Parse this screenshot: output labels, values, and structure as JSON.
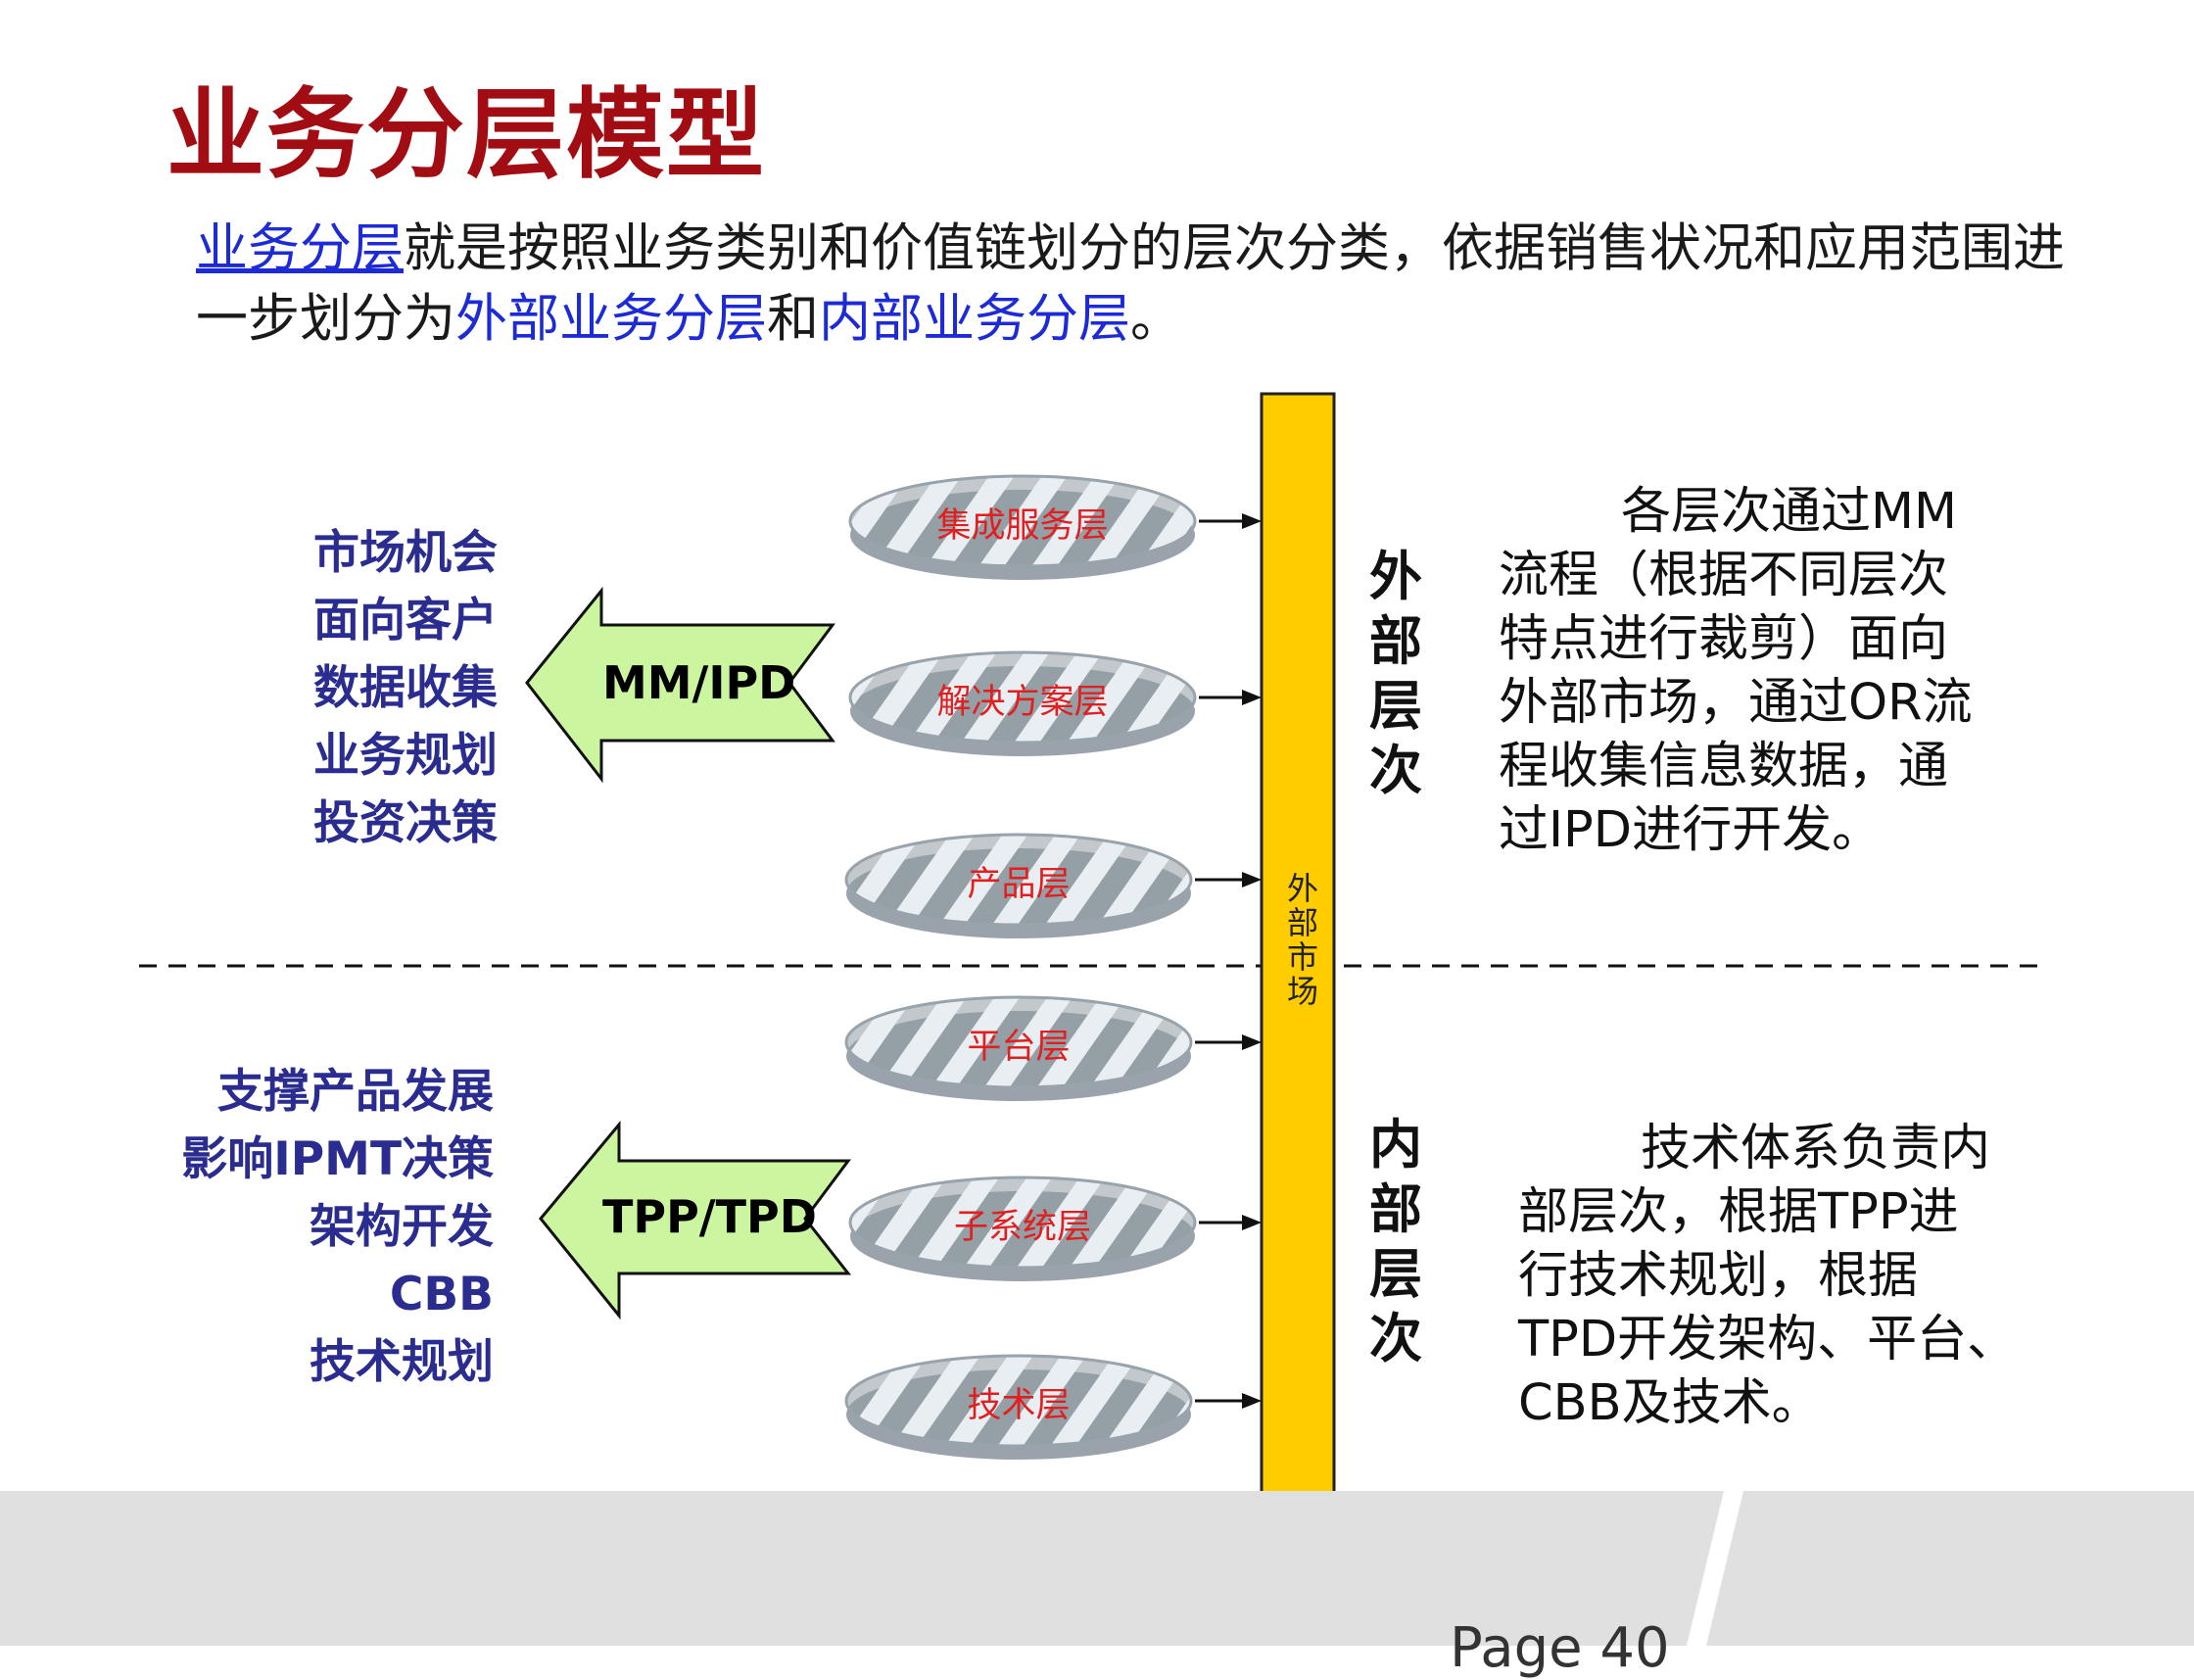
{
  "title": "业务分层模型",
  "intro": {
    "link1": "业务分层",
    "text1": "就是按照业务类别和价值链划分的层次分类，依据销售状况和应用范围进一步划分为",
    "link2": "外部业务分层",
    "text2": "和",
    "link3": "内部业务分层",
    "text3": "。"
  },
  "external_topics": [
    "市场机会",
    "面向客户",
    "数据收集",
    "业务规划",
    "投资决策"
  ],
  "internal_topics": [
    "支撑产品发展",
    "影响IPMT决策",
    "架构开发",
    "CBB",
    "技术规划"
  ],
  "arrows": {
    "external": "MM/IPD",
    "internal": "TPP/TPD"
  },
  "layers": {
    "external": [
      "集成服务层",
      "解决方案层",
      "产品层"
    ],
    "internal": [
      "平台层",
      "子系统层",
      "技术层"
    ]
  },
  "market_bar_label": "外部市场",
  "external_level": {
    "chars": [
      "外",
      "部",
      "层",
      "次"
    ],
    "lines": [
      "各层次通过MM",
      "流程（根据不同层次",
      "特点进行裁剪）面向",
      "外部市场，通过OR流",
      "程收集信息数据，通",
      "过IPD进行开发。"
    ]
  },
  "internal_level": {
    "chars": [
      "内",
      "部",
      "层",
      "次"
    ],
    "lines": [
      "技术体系负责内",
      "部层次，根据TPP进",
      "行技术规划，根据",
      "TPD开发架构、平台、",
      "CBB及技术。"
    ]
  },
  "page_number": "Page 40",
  "colors": {
    "title": "#a10d12",
    "link": "#1d2bd6",
    "topic": "#2a2c8f",
    "arrow_fill": "#ccf5a0",
    "bar_fill": "#ffcc00",
    "ellipse_fill": "#b6c1ca",
    "layer_text": "#e02020"
  }
}
